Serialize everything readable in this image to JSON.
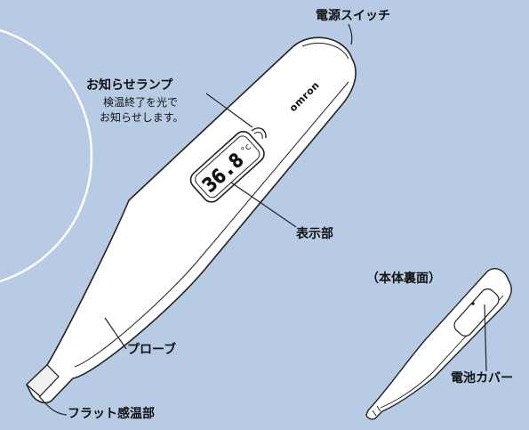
{
  "labels": {
    "power_switch": "電源スイッチ",
    "notification_lamp": "お知らせランプ",
    "notification_lamp_desc_line1": "検温終了を光で",
    "notification_lamp_desc_line2": "お知らせします。",
    "display": "表示部",
    "probe": "プローブ",
    "flat_sensor": "フラット感温部",
    "back_side": "（本体裏面）",
    "battery_cover": "電池カバー"
  },
  "device": {
    "brand": "omron",
    "reading": "36.8",
    "unit": "°c"
  },
  "colors": {
    "background": "#b7cce4",
    "device_body": "#ffffff",
    "outline": "#222222",
    "circle": "#ffffff"
  },
  "icons": {
    "thermometer_front": "thermometer-front-view",
    "thermometer_back": "thermometer-back-view"
  }
}
